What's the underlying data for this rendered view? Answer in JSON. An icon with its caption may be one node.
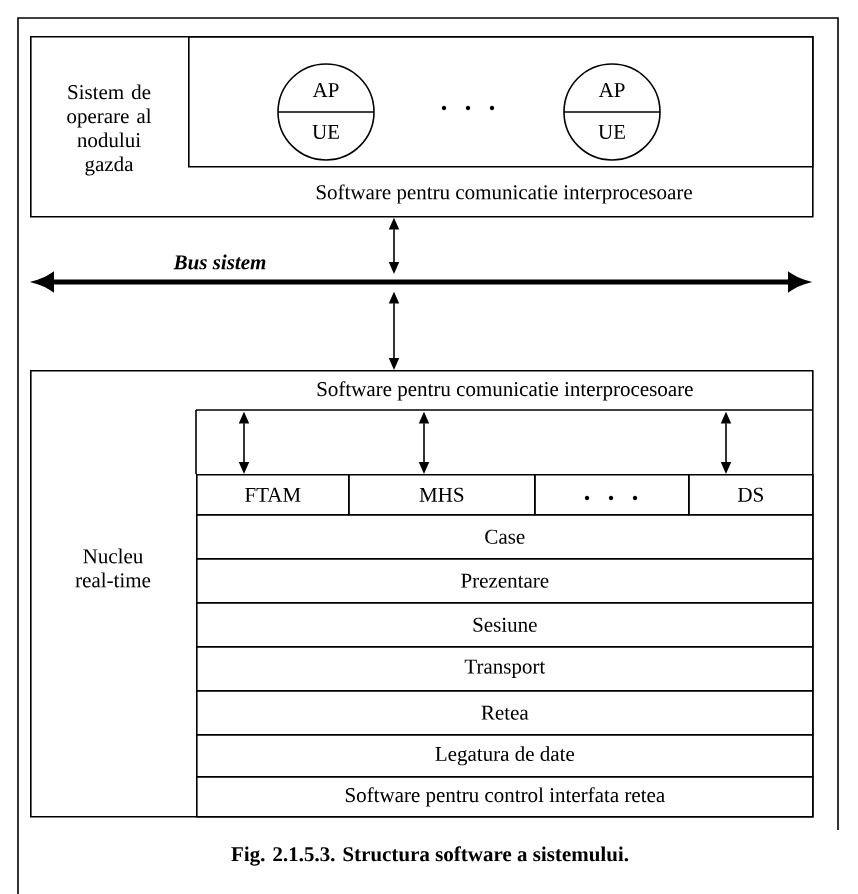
{
  "diagram": {
    "caption": "Fig. 2.1.5.3. Structura software a sistemului.",
    "nodes": [
      {
        "text": [
          "Sistem de operare al nodului gazda",
          "Software pentru comunicatie interprocesoare"
        ]
      },
      {
        "text": [],
        "shape": "box",
        "in": 0
      },
      {
        "text": [
          "AP",
          "UE"
        ],
        "in": 1
      },
      {
        "text": [
          "AP",
          "UE"
        ],
        "in": 1
      },
      {
        "text": [
          "Bus sistem"
        ]
      },
      {
        "text": [
          "Nucleu real-time"
        ]
      },
      {
        "text": [
          "Software pentru comunicatie interprocesoare"
        ],
        "in": 5
      },
      {
        "text": [
          "FTAM"
        ],
        "in": 5
      },
      {
        "text": [
          "MHS"
        ],
        "in": 5
      },
      {
        "text": [],
        "shape": "box",
        "in": 5
      },
      {
        "text": [
          "DS"
        ],
        "in": 5
      },
      {
        "text": [
          "Case"
        ],
        "in": 5
      },
      {
        "text": [
          "Prezentare"
        ],
        "in": 5
      },
      {
        "text": [
          "Sesiune"
        ],
        "in": 5
      },
      {
        "text": [
          "Transport"
        ],
        "in": 5
      },
      {
        "text": [
          "Retea"
        ],
        "in": 5
      },
      {
        "text": [
          "Legatura de date"
        ],
        "in": 5
      },
      {
        "text": [
          "Software pentru control interfata retea"
        ],
        "in": 5
      }
    ],
    "edges": [
      {
        "from": 0,
        "to": 4,
        "arrow": "both"
      },
      {
        "from": 4,
        "to": 5,
        "arrow": "both"
      },
      {
        "from": 6,
        "to": 7,
        "arrow": "both"
      },
      {
        "from": 6,
        "to": 8,
        "arrow": "both"
      },
      {
        "from": 6,
        "to": 10,
        "arrow": "both"
      }
    ]
  }
}
